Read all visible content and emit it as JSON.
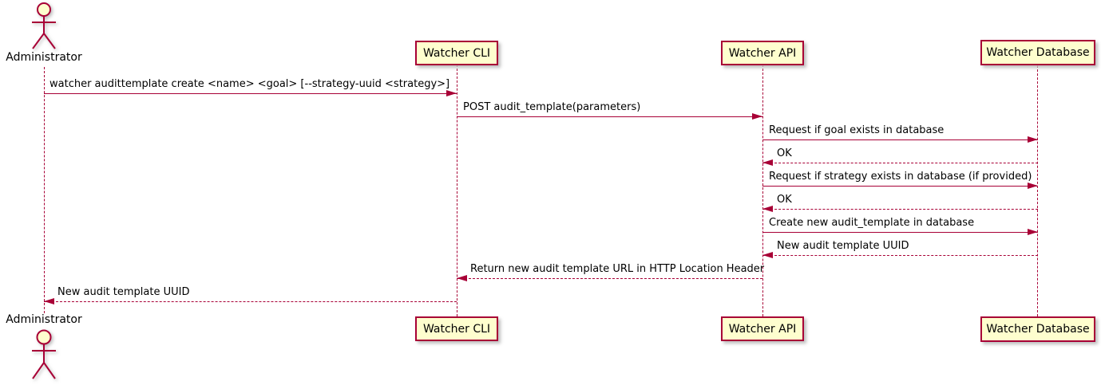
{
  "diagram": {
    "type": "sequence",
    "colors": {
      "accent": "#A80036",
      "participant_fill": "#FEFECE",
      "text": "#000000"
    },
    "actor": {
      "name": "Administrator"
    },
    "participants": [
      {
        "label": "Watcher CLI"
      },
      {
        "label": "Watcher API"
      },
      {
        "label": "Watcher Database"
      }
    ],
    "messages": [
      {
        "from": "Administrator",
        "to": "Watcher CLI",
        "style": "solid",
        "label": "watcher audittemplate create <name> <goal> [--strategy-uuid <strategy>]"
      },
      {
        "from": "Watcher CLI",
        "to": "Watcher API",
        "style": "solid",
        "label": "POST audit_template(parameters)"
      },
      {
        "from": "Watcher API",
        "to": "Watcher Database",
        "style": "solid",
        "label": "Request if goal exists in database"
      },
      {
        "from": "Watcher Database",
        "to": "Watcher API",
        "style": "dashed",
        "label": "OK"
      },
      {
        "from": "Watcher API",
        "to": "Watcher Database",
        "style": "solid",
        "label": "Request if strategy exists in database (if provided)"
      },
      {
        "from": "Watcher Database",
        "to": "Watcher API",
        "style": "dashed",
        "label": "OK"
      },
      {
        "from": "Watcher API",
        "to": "Watcher Database",
        "style": "solid",
        "label": "Create new audit_template in database"
      },
      {
        "from": "Watcher Database",
        "to": "Watcher API",
        "style": "dashed",
        "label": "New audit template UUID"
      },
      {
        "from": "Watcher API",
        "to": "Watcher CLI",
        "style": "dashed",
        "label": "Return new audit template URL in HTTP Location Header"
      },
      {
        "from": "Watcher CLI",
        "to": "Administrator",
        "style": "dashed",
        "label": "New audit template UUID"
      }
    ]
  }
}
